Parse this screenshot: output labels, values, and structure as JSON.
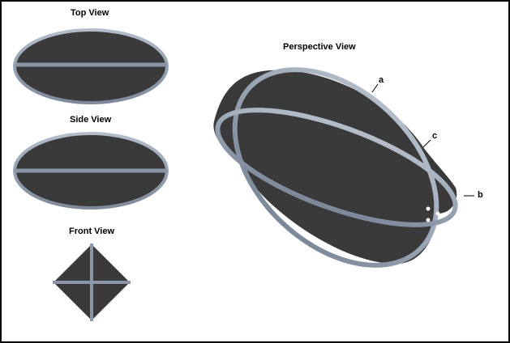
{
  "labels": {
    "top_view": "Top View",
    "side_view": "Side View",
    "front_view": "Front View",
    "perspective_view": "Perspective View"
  },
  "callouts": {
    "a": "a",
    "b": "b",
    "c": "c"
  },
  "colors": {
    "surface": "#3a3a3a",
    "rim": "#8a96a8",
    "rim_highlight": "#aab4c2",
    "border": "#000000",
    "background": "#ffffff"
  }
}
